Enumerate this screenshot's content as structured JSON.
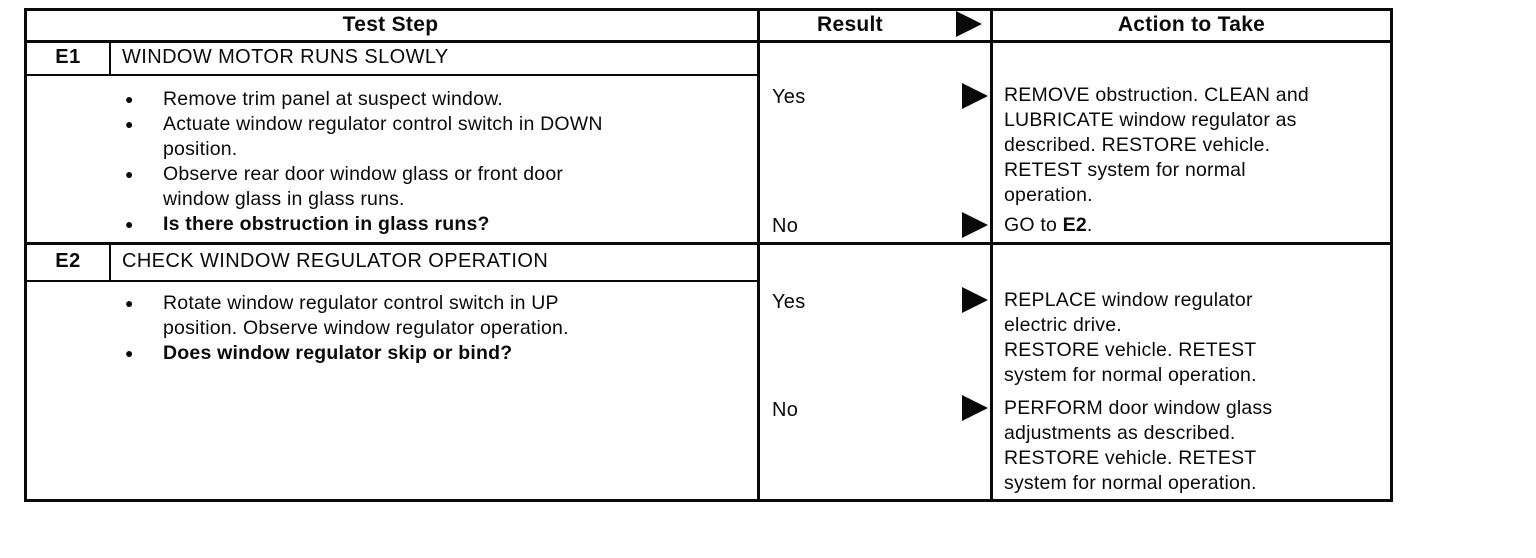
{
  "page": {
    "background": "#ffffff",
    "text_color": "#0a0a0a",
    "border_color": "#0a0a0a"
  },
  "icons": {
    "result_arrow": "filled-right-triangle"
  },
  "header": {
    "test_step": "Test Step",
    "result": "Result",
    "action": "Action to Take"
  },
  "rows": [
    {
      "id": "E1",
      "title": "WINDOW MOTOR RUNS SLOWLY",
      "bullets": [
        {
          "emphasis": "normal",
          "lines": [
            "Remove trim panel at suspect window."
          ]
        },
        {
          "emphasis": "normal",
          "lines": [
            "Actuate window regulator control switch in DOWN",
            "position."
          ]
        },
        {
          "emphasis": "normal",
          "lines": [
            "Observe rear door window glass or front door",
            "window glass in glass runs."
          ]
        },
        {
          "emphasis": "bold",
          "lines": [
            "Is there obstruction in glass runs?"
          ]
        }
      ],
      "results": [
        {
          "label": "Yes",
          "action_lines": [
            "REMOVE obstruction. CLEAN and",
            "LUBRICATE window regulator as",
            "described. RESTORE vehicle.",
            "RETEST system for normal",
            "operation."
          ]
        },
        {
          "label": "No",
          "action_prefix": "GO to ",
          "action_ref": "E2",
          "action_suffix": "."
        }
      ]
    },
    {
      "id": "E2",
      "title": "CHECK WINDOW REGULATOR OPERATION",
      "bullets": [
        {
          "emphasis": "normal",
          "lines": [
            "Rotate window regulator control switch in UP",
            "position. Observe window regulator operation."
          ]
        },
        {
          "emphasis": "bold",
          "lines": [
            "Does window regulator skip or bind?"
          ]
        }
      ],
      "results": [
        {
          "label": "Yes",
          "action_lines": [
            "REPLACE window regulator",
            "electric drive.",
            "RESTORE vehicle. RETEST",
            "system for normal operation."
          ]
        },
        {
          "label": "No",
          "action_lines": [
            "PERFORM door window glass",
            "adjustments as described.",
            "RESTORE vehicle. RETEST",
            "system for normal operation."
          ]
        }
      ]
    }
  ]
}
